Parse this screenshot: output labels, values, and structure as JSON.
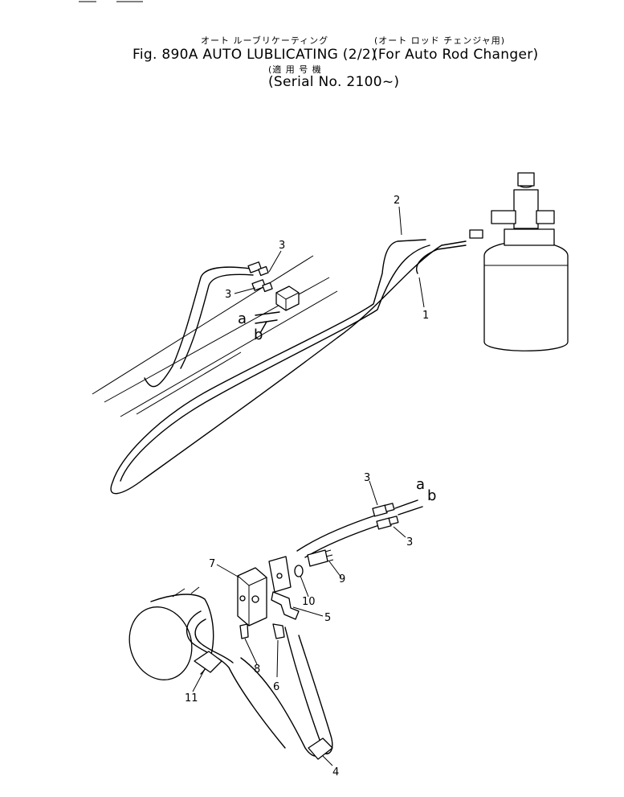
{
  "title": {
    "jp_main": "オート ルーブリケーティング",
    "main": "Fig. 890A  AUTO  LUBLICATING  (2/2)",
    "jp_sub": "(オート ロッド チェンジャ用)",
    "sub": "(For  Auto  Rod  Changer)",
    "jp_serial": "(適 用 号 機",
    "serial": "(Serial  No. 2100~)"
  },
  "callouts": {
    "p1": "1",
    "p2": "2",
    "p3a": "3",
    "p3b": "3",
    "p3c": "3",
    "p3d": "3",
    "p4": "4",
    "p5": "5",
    "p6": "6",
    "p7": "7",
    "p8": "8",
    "p9": "9",
    "p10": "10",
    "p11": "11"
  },
  "connections": {
    "a_top": "a",
    "b_top": "b",
    "a_bottom": "a",
    "b_bottom": "b"
  }
}
